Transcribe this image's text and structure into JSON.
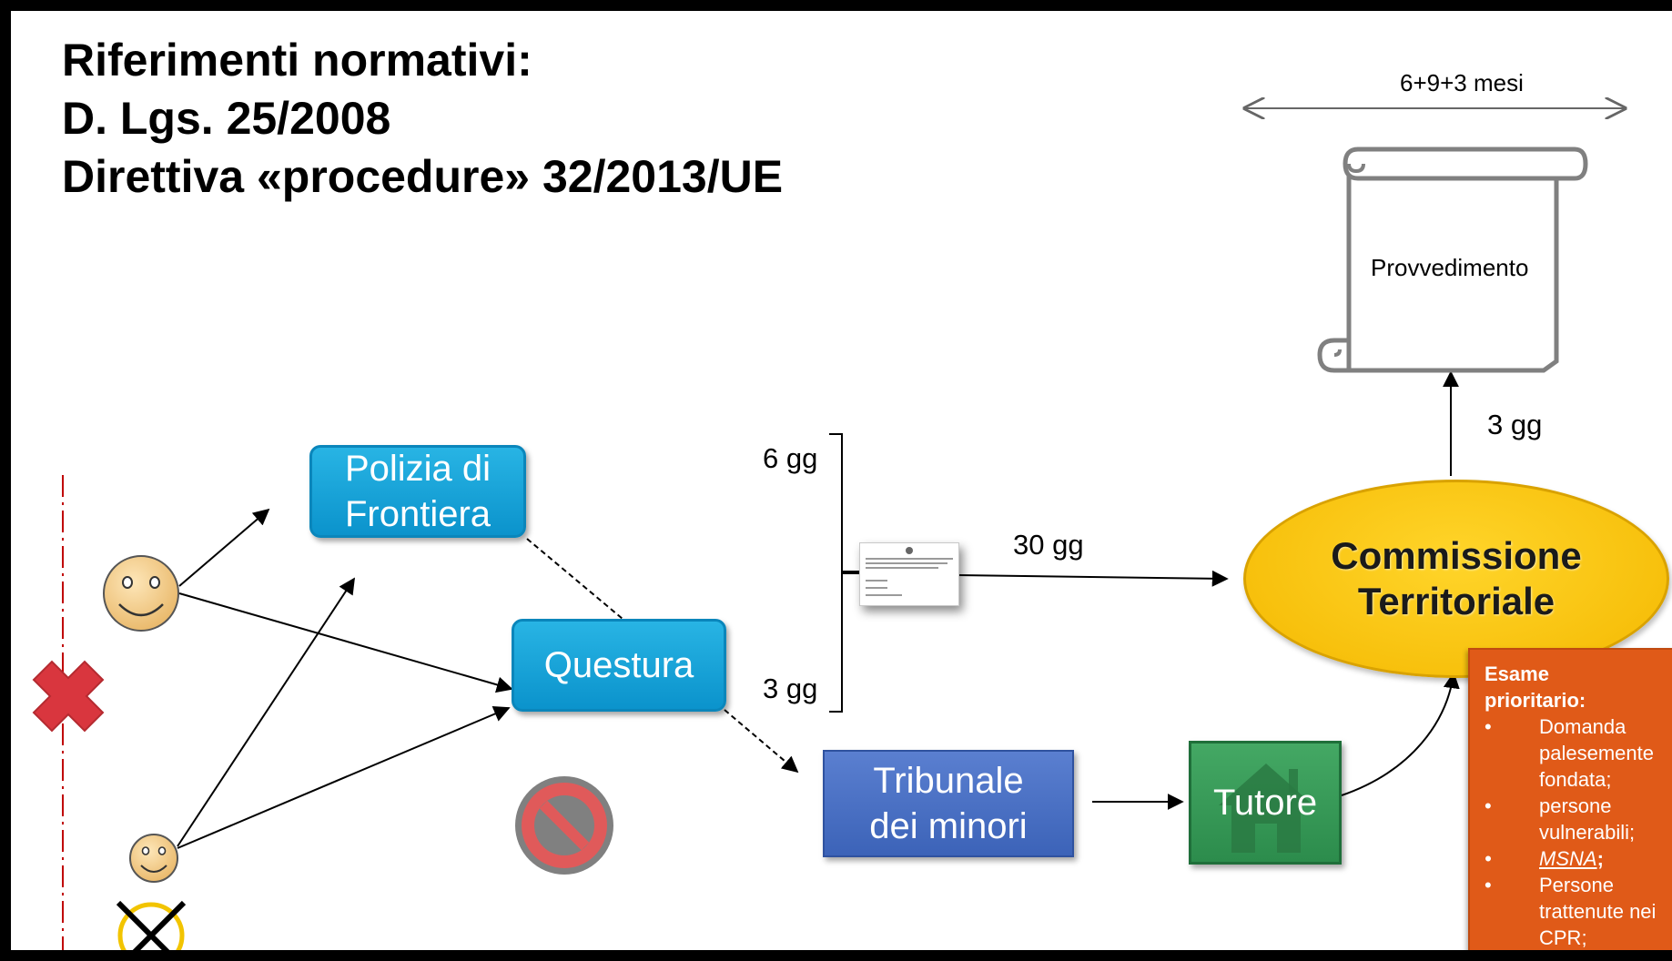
{
  "title": {
    "line1": "Riferimenti normativi:",
    "line2": "D. Lgs. 25/2008",
    "line3": "Direttiva «procedure» 32/2013/UE"
  },
  "nodes": {
    "polizia": {
      "line1": "Polizia di",
      "line2": "Frontiera"
    },
    "questura": "Questura",
    "tribunale": {
      "line1": "Tribunale",
      "line2": "dei minori"
    },
    "tutore": "Tutore",
    "commissione": {
      "line1": "Commissione",
      "line2": "Territoriale"
    },
    "provvedimento": "Provvedimento"
  },
  "durations": {
    "top_span": "6+9+3 mesi",
    "bracket_top": "6 gg",
    "bracket_bottom": "3 gg",
    "to_commissione": "30 gg",
    "to_provvedimento": "3 gg"
  },
  "priority": {
    "heading_line1": "Esame",
    "heading_line2": "prioritario:",
    "items": [
      "Domanda palesemente fondata;",
      "persone vulnerabili;",
      "MSNA",
      "Persone trattenute nei CPR;"
    ],
    "msna_suffix": ";"
  },
  "icons": {
    "smiley_large": "smiley-face-icon",
    "smiley_small": "smiley-face-icon",
    "red_x": "red-x-icon",
    "no_sign": "prohibition-icon",
    "crossed_circle": "crossed-circle-icon",
    "house": "house-icon",
    "scroll": "scroll-icon",
    "document": "document-icon"
  },
  "colors": {
    "polizia": "#0b93cc",
    "questura": "#0b93cc",
    "tribunale": "#3c63b8",
    "tutore": "#2c8c4c",
    "commissione": "#f4b800",
    "priority": "#e05a18",
    "border_dashed": "#c00000"
  }
}
